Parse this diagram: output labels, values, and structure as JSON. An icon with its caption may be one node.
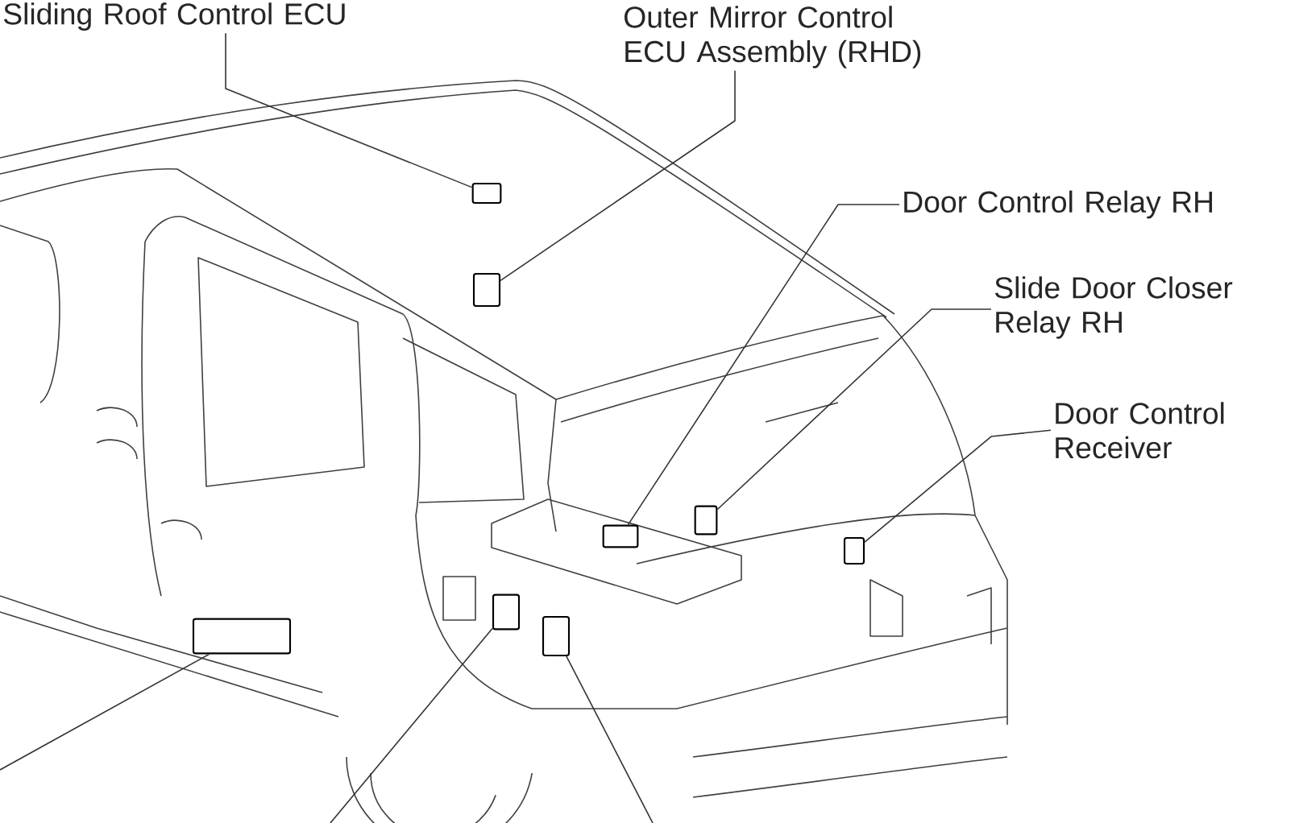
{
  "diagram": {
    "nodes": [
      {
        "text": [
          "Sliding Roof Control ECU"
        ]
      },
      {
        "text": [
          "Outer Mirror Control ECU Assembly (RHD)"
        ]
      },
      {
        "text": [
          "Door Control Relay RH"
        ]
      },
      {
        "text": [
          "Slide Door Closer Relay RH"
        ]
      },
      {
        "text": [
          "Door Control Receiver"
        ]
      },
      {
        "text": [],
        "shape": "box"
      },
      {
        "text": [],
        "shape": "box"
      },
      {
        "text": [],
        "shape": "box"
      },
      {
        "text": [],
        "shape": "box"
      },
      {
        "text": [],
        "shape": "box"
      },
      {
        "text": [],
        "shape": "box"
      },
      {
        "text": [],
        "shape": "box"
      },
      {
        "text": [],
        "shape": "box"
      }
    ],
    "edges": [
      {
        "from": 0,
        "to": 5,
        "arrow": "none"
      },
      {
        "from": 1,
        "to": 6,
        "arrow": "none"
      },
      {
        "from": 2,
        "to": 7,
        "arrow": "none"
      },
      {
        "from": 3,
        "to": 8,
        "arrow": "none"
      },
      {
        "from": 4,
        "to": 9,
        "arrow": "none"
      },
      {
        "from": null,
        "to": 10,
        "arrow": "none"
      },
      {
        "from": null,
        "to": 11,
        "arrow": "none"
      },
      {
        "from": null,
        "to": 12,
        "arrow": "none"
      }
    ]
  }
}
